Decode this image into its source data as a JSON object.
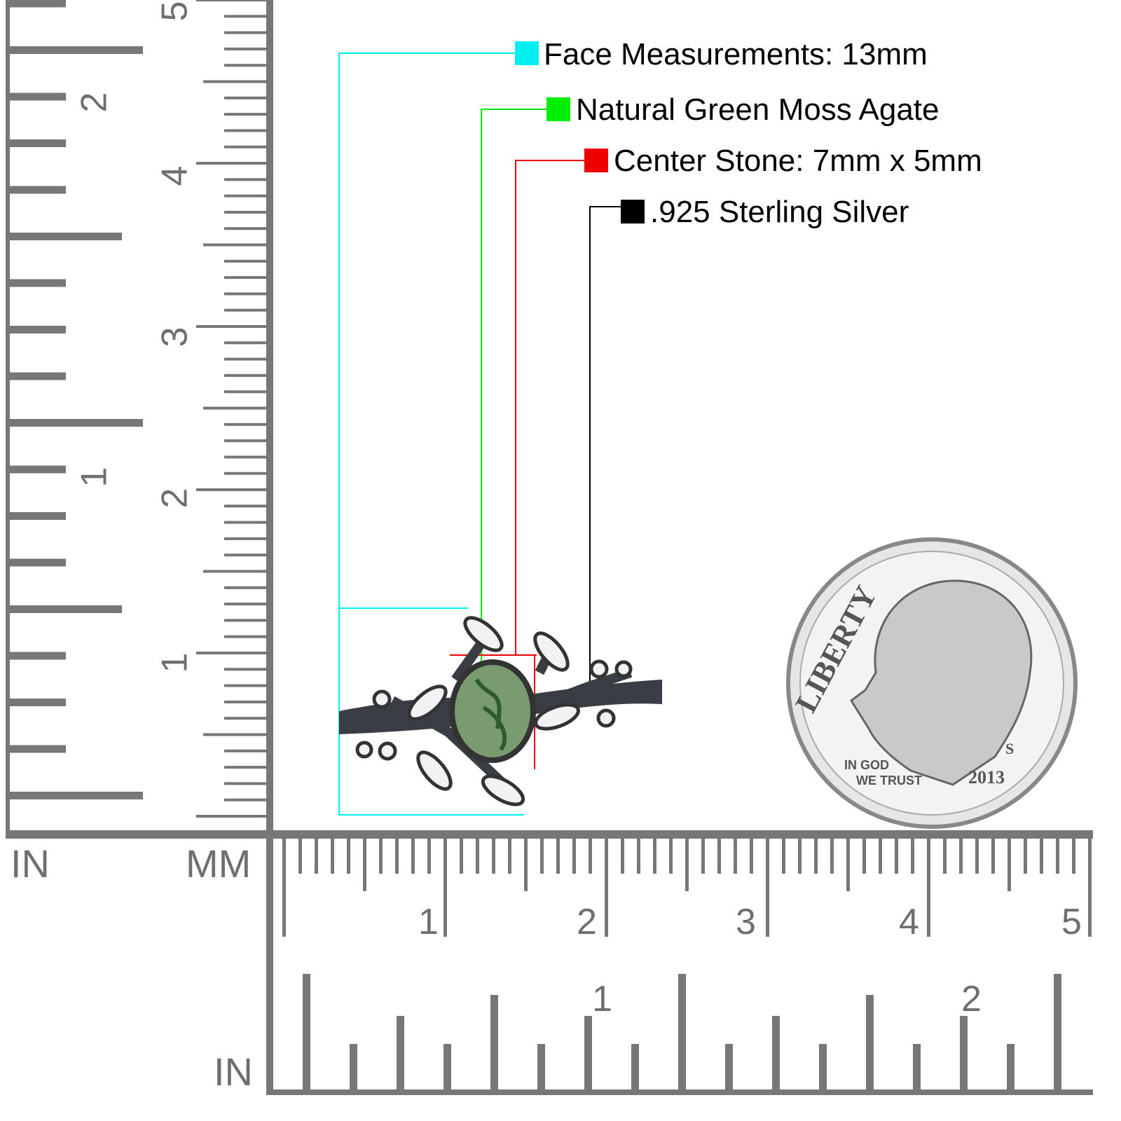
{
  "callouts": [
    {
      "label": "Face Measurements: 13mm",
      "color": "#00f0f0"
    },
    {
      "label": "Natural Green Moss Agate",
      "color": "#00ee00"
    },
    {
      "label": "Center Stone: 7mm x 5mm",
      "color": "#ee0000"
    },
    {
      "label": ".925 Sterling Silver",
      "color": "#000000"
    }
  ],
  "ruler": {
    "left_unit": "IN",
    "mm_unit": "MM",
    "bottom_unit": "IN",
    "vertical_in_labels": [
      "2",
      "1"
    ],
    "vertical_cm_labels": [
      "5",
      "4",
      "3",
      "2",
      "1"
    ],
    "bottom_cm_labels": [
      "1",
      "2",
      "3",
      "4",
      "5"
    ],
    "bottom_in_labels": [
      "1",
      "2"
    ],
    "color": "#777777"
  },
  "coin": {
    "legend": "LIBERTY",
    "motto_1": "IN GOD",
    "motto_2": "WE TRUST",
    "year": "2013",
    "mint": "S"
  }
}
